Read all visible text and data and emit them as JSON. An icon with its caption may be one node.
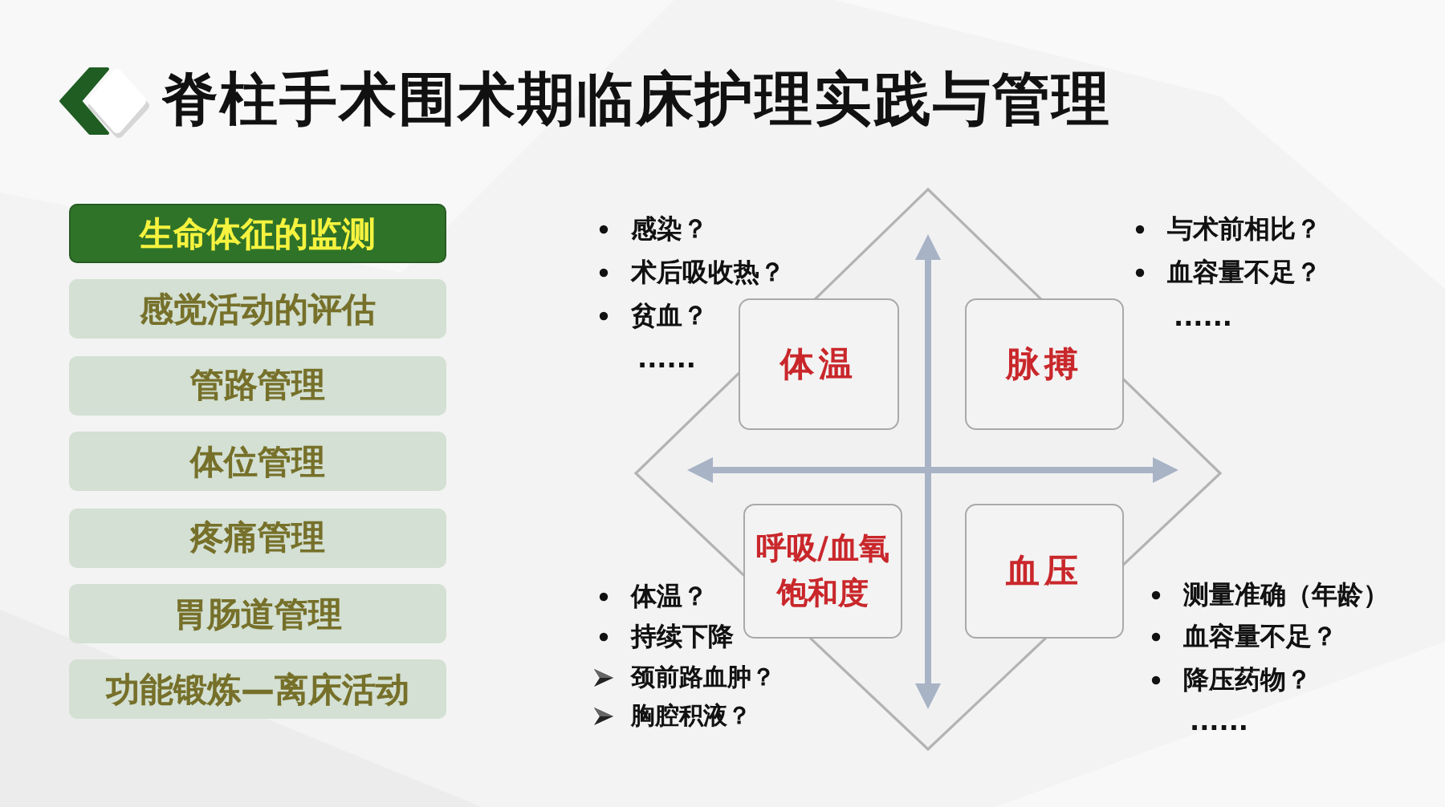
{
  "diagram": {
    "title": "脊柱手术围术期临床护理实践与管理",
    "nodes": [
      {
        "text": [
          "生命体征的监测"
        ]
      },
      {
        "text": [
          "感觉活动的评估"
        ]
      },
      {
        "text": [
          "管路管理"
        ]
      },
      {
        "text": [
          "体位管理"
        ]
      },
      {
        "text": [
          "疼痛管理"
        ]
      },
      {
        "text": [
          "胃肠道管理"
        ]
      },
      {
        "text": [
          "功能锻炼—离床活动"
        ]
      },
      {
        "text": [
          "体温"
        ],
        "beside": [
          "感染？",
          "术后吸收热？",
          "贫血？",
          "......"
        ]
      },
      {
        "text": [
          "脉搏"
        ],
        "beside": [
          "与术前相比？",
          "血容量不足？",
          "......"
        ]
      },
      {
        "text": [
          "呼吸/血氧饱和度"
        ],
        "beside": [
          "体温？",
          "持续下降",
          "颈前路血肿？",
          "胸腔积液？"
        ]
      },
      {
        "text": [
          "血压"
        ],
        "beside": [
          "测量准确（年龄）",
          "血容量不足？",
          "降压药物？",
          "......"
        ]
      }
    ]
  }
}
